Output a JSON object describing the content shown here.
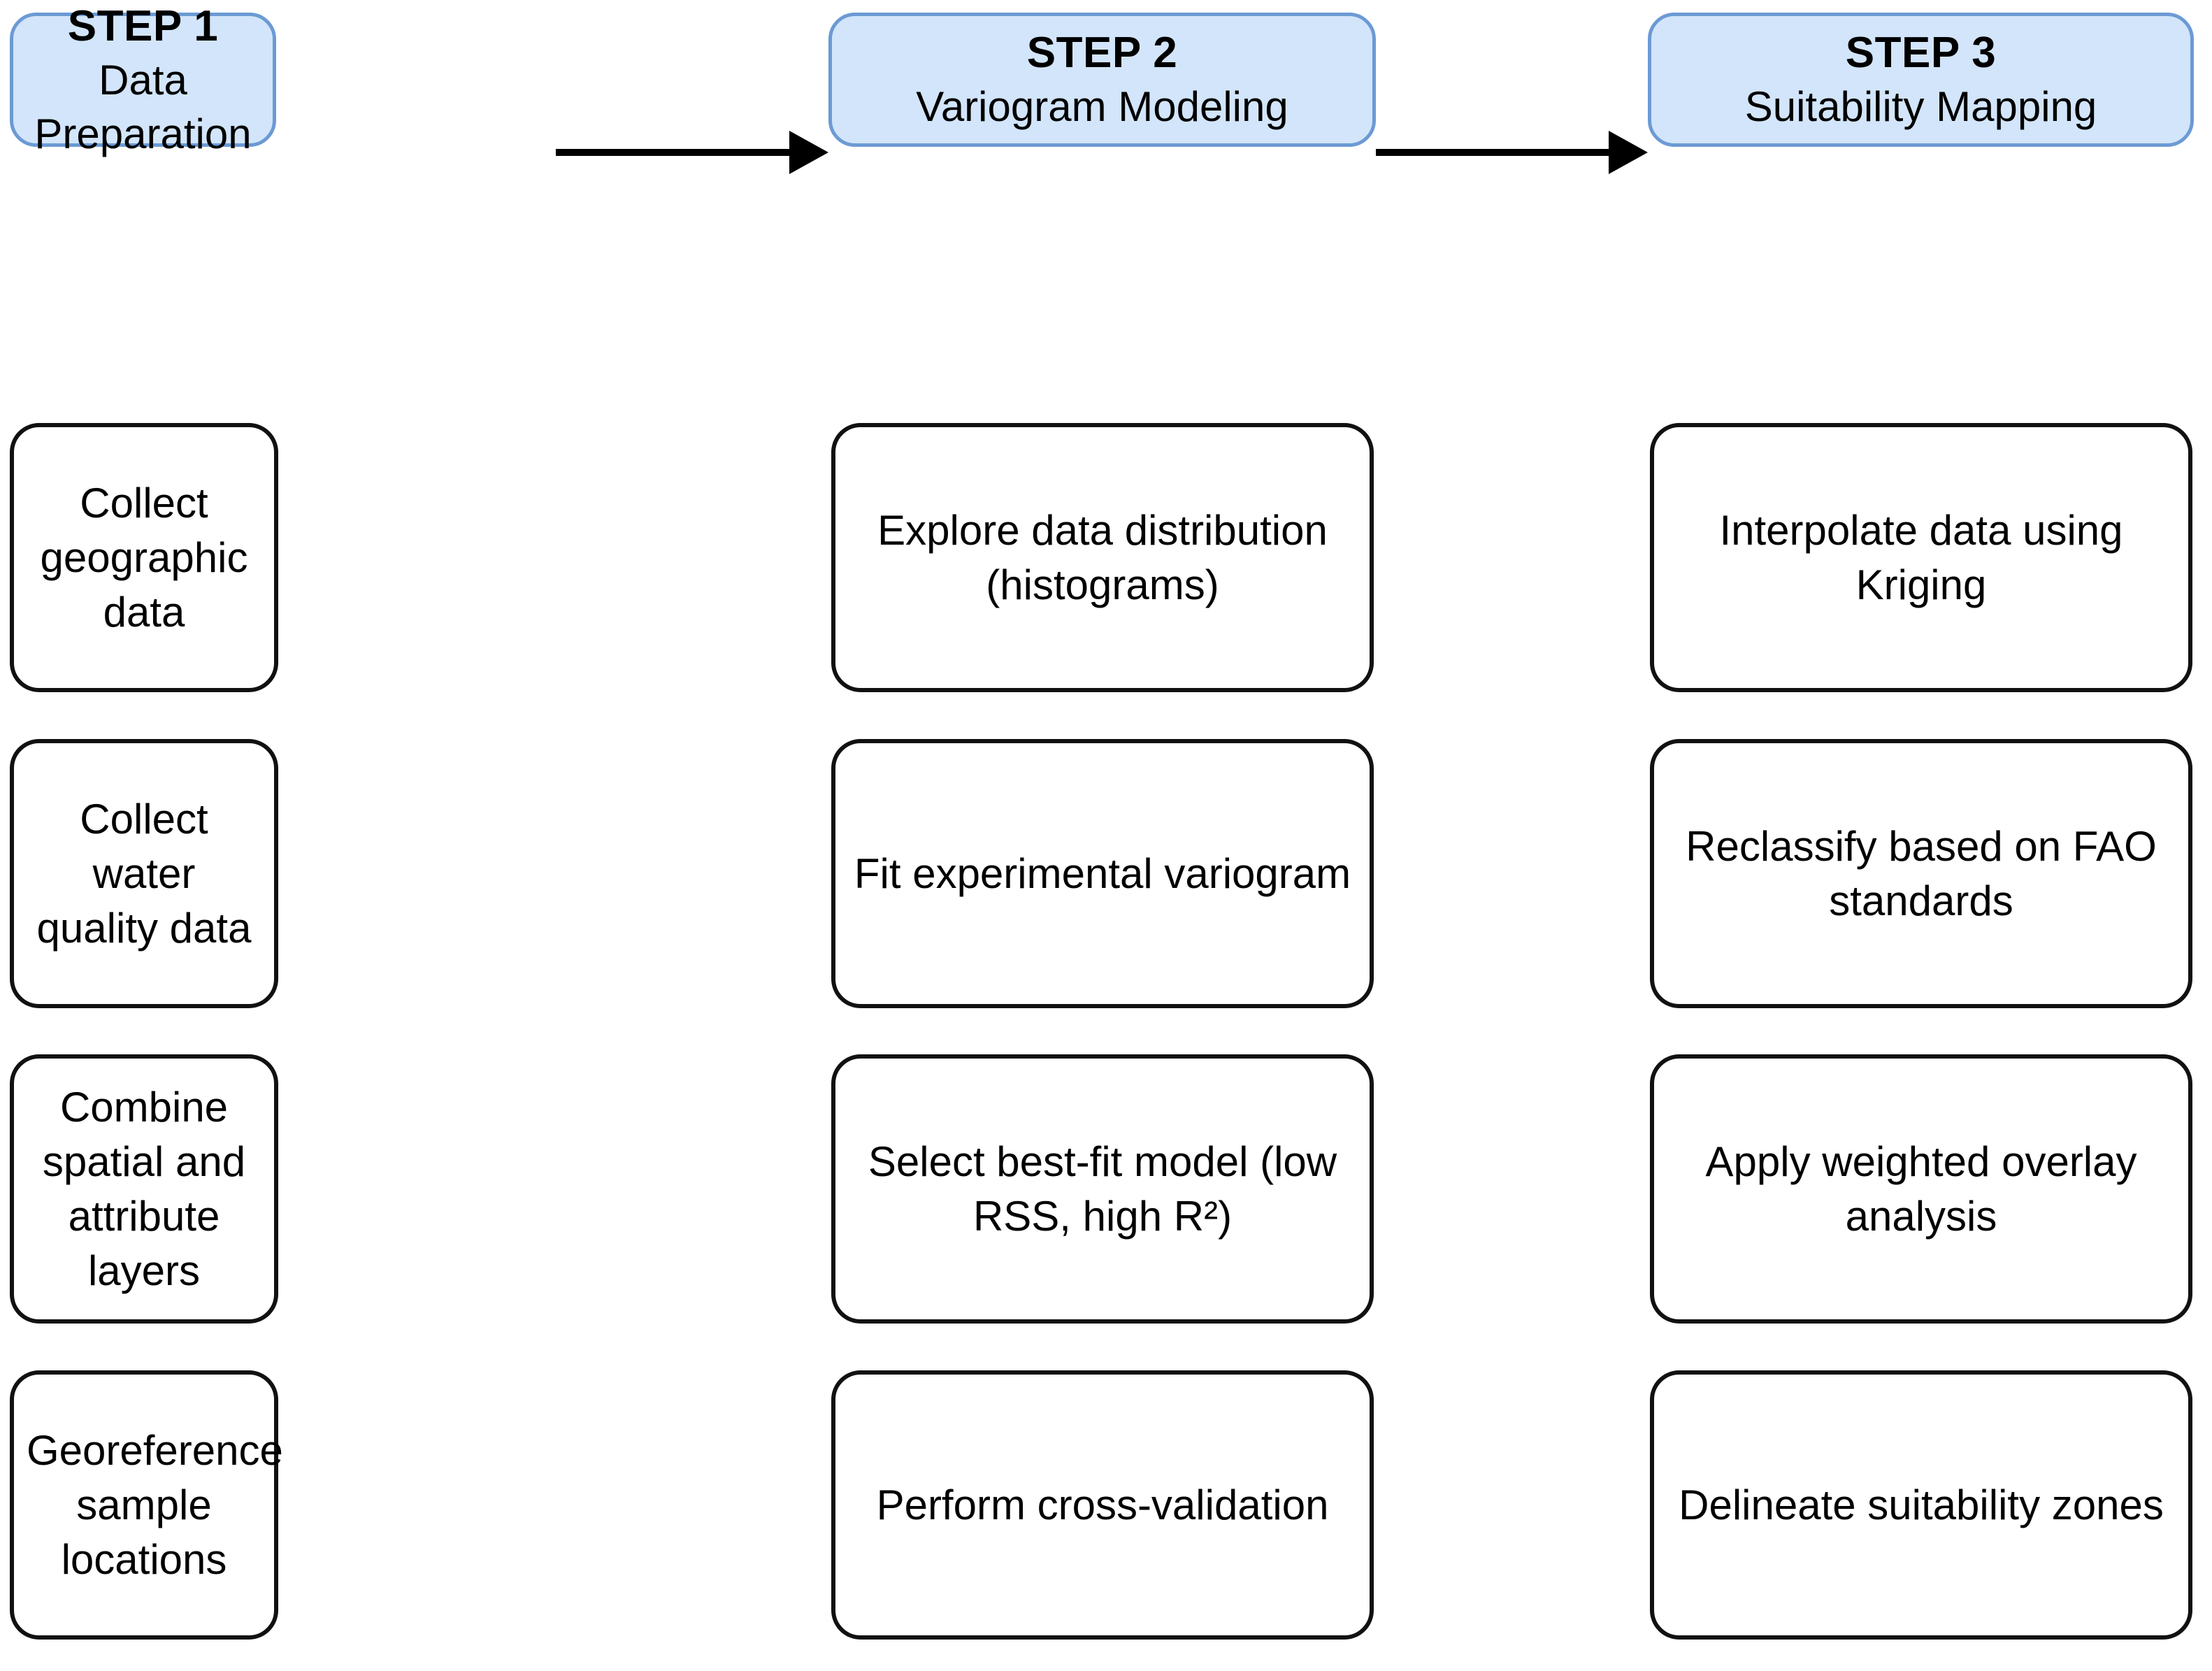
{
  "diagram": {
    "title": "Three-step geostatistical suitability mapping workflow",
    "colors": {
      "step_fill": "#d2e5fa",
      "step_border": "#6c9ad4",
      "task_fill": "#ffffff",
      "task_border": "#111111",
      "arrow": "#000000",
      "text": "#000000",
      "background": "#ffffff"
    },
    "steps": [
      {
        "title": "STEP 1",
        "subtitle": "Data Preparation",
        "tasks": [
          "Collect geographic data",
          "Collect water quality data",
          "Combine spatial and attribute layers",
          "Georeference sample locations"
        ]
      },
      {
        "title": "STEP 2",
        "subtitle": "Variogram Modeling",
        "tasks": [
          "Explore data distribution (histograms)",
          "Fit experimental variogram",
          "Select best-fit model (low RSS, high R²)",
          "Perform cross-validation"
        ]
      },
      {
        "title": "STEP 3",
        "subtitle": "Suitability Mapping",
        "tasks": [
          "Interpolate data using Kriging",
          "Reclassify based on FAO standards",
          "Apply weighted overlay analysis",
          "Delineate suitability zones"
        ]
      }
    ],
    "connectors": [
      {
        "from": "STEP 1",
        "to": "STEP 2",
        "direction": "right"
      },
      {
        "from": "STEP 2",
        "to": "STEP 3",
        "direction": "right"
      }
    ]
  }
}
